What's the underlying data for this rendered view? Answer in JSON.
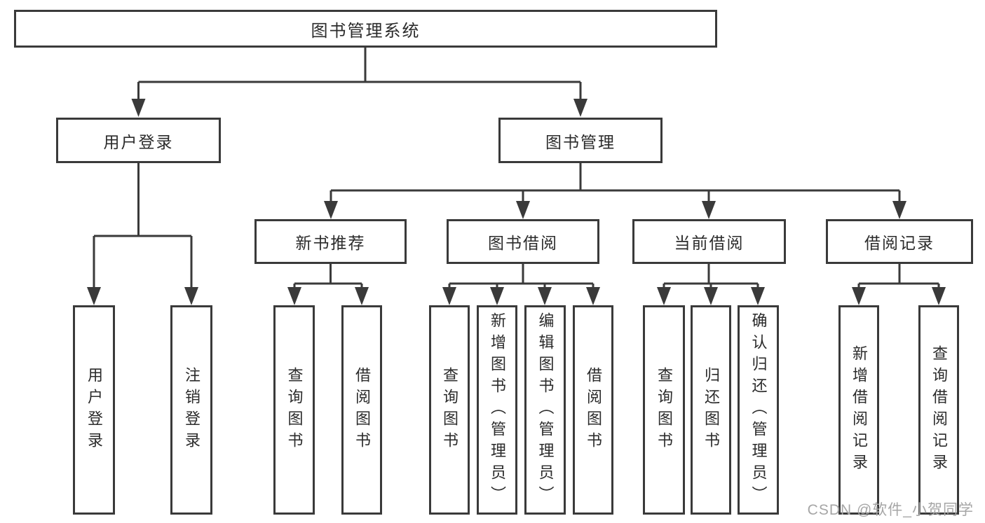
{
  "diagram_type": "hierarchy-tree",
  "colors": {
    "border": "#3a3a3a",
    "line": "#3a3a3a",
    "text": "#2b2b2b",
    "watermark": "#a6a6a6",
    "background": "#ffffff"
  },
  "watermark": "CSDN @软件_小贺同学",
  "tree": {
    "label": "图书管理系统",
    "children": [
      {
        "label": "用户登录",
        "children": [
          {
            "label": "用户登录"
          },
          {
            "label": "注销登录"
          }
        ]
      },
      {
        "label": "图书管理",
        "children": [
          {
            "label": "新书推荐",
            "children": [
              {
                "label": "查询图书"
              },
              {
                "label": "借阅图书"
              }
            ]
          },
          {
            "label": "图书借阅",
            "children": [
              {
                "label": "查询图书"
              },
              {
                "label": "新增图书（管理员）"
              },
              {
                "label": "编辑图书（管理员）"
              },
              {
                "label": "借阅图书"
              }
            ]
          },
          {
            "label": "当前借阅",
            "children": [
              {
                "label": "查询图书"
              },
              {
                "label": "归还图书"
              },
              {
                "label": "确认归还（管理员）"
              }
            ]
          },
          {
            "label": "借阅记录",
            "children": [
              {
                "label": "新增借阅记录"
              },
              {
                "label": "查询借阅记录"
              }
            ]
          }
        ]
      }
    ]
  }
}
